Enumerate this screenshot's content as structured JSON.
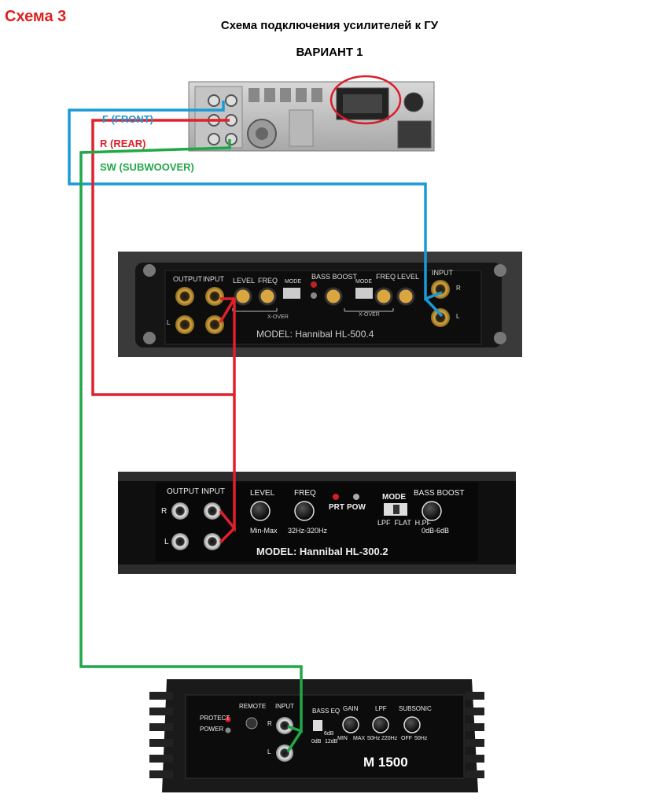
{
  "header": {
    "scheme_label": "Схема 3",
    "title": "Схема подключения усилителей к ГУ",
    "variant": "ВАРИАНТ 1"
  },
  "legend": {
    "front": "F (FRONT)",
    "rear": "R (REAR)",
    "sub": "SW (SUBWOOVER)"
  },
  "colors": {
    "front": "#1a9ad6",
    "rear": "#e0202a",
    "sub": "#20a848",
    "scheme": "#e02020",
    "highlight": "#d81e2a"
  },
  "amp4": {
    "output": "OUTPUT",
    "input": "INPUT",
    "level": "LEVEL",
    "freq": "FREQ",
    "mode": "MODE",
    "bass_boost": "BASS BOOST",
    "mode2": "MODE",
    "freq2": "FREQ",
    "level2": "LEVEL",
    "input2": "INPUT",
    "r": "R",
    "l": "L",
    "l_out": "L",
    "xover": "X-OVER",
    "xover2": "X-OVER",
    "model": "MODEL: Hannibal HL-500.4"
  },
  "amp2": {
    "output": "OUTPUT",
    "input": "INPUT",
    "level": "LEVEL",
    "freq": "FREQ",
    "prt": "PRT",
    "pow": "POW",
    "mode": "MODE",
    "bass_boost": "BASS BOOST",
    "r": "R",
    "l": "L",
    "level_range": "Min-Max",
    "freq_range": "32Hz-320Hz",
    "mode_opts": "LPF  FLAT  H.PF",
    "bass_range": "0dB-6dB",
    "model": "MODEL: Hannibal HL-300.2"
  },
  "amp1": {
    "protect": "PROTECT",
    "power": "POWER",
    "remote": "REMOTE",
    "input": "INPUT",
    "r": "R",
    "l": "L",
    "bass_eq": "BASS EQ",
    "eq_6": "6dB",
    "eq_0": "0dB",
    "eq_12": "12dB",
    "gain": "GAIN",
    "gain_min": "MIN",
    "gain_max": "MAX",
    "lpf": "LPF",
    "lpf_50": "50Hz",
    "lpf_220": "220Hz",
    "subsonic": "SUBSONIC",
    "sub_off": "OFF",
    "sub_50": "50Hz",
    "model": "M 1500"
  }
}
